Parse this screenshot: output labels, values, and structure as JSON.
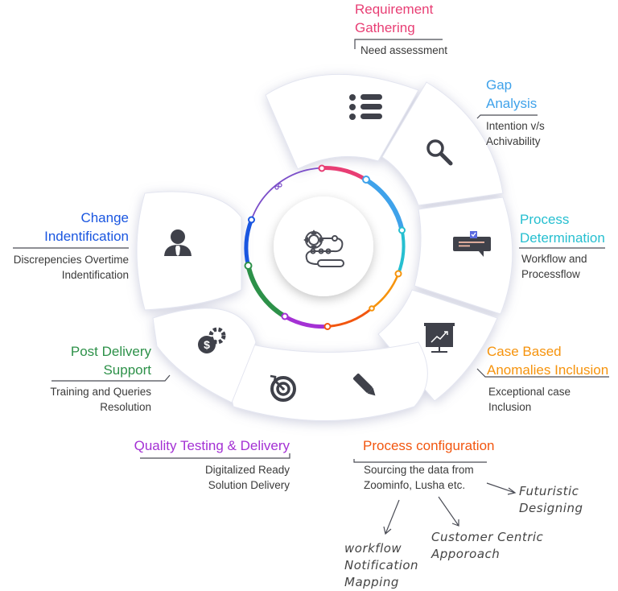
{
  "center": {
    "icon": "gear-workflow-icon"
  },
  "colors": {
    "requirement": "#e83e74",
    "gap": "#3fa2ea",
    "process_det": "#26bfd0",
    "case_based": "#f6930c",
    "process_config": "#f2560f",
    "quality": "#a431d4",
    "post_delivery": "#2d9149",
    "change": "#1a56e0"
  },
  "stages": [
    {
      "id": "requirement",
      "title": [
        "Requirement",
        "Gathering"
      ],
      "desc": [
        "Need assessment"
      ],
      "icon": "checklist-icon"
    },
    {
      "id": "gap",
      "title": [
        "Gap",
        "Analysis"
      ],
      "desc": [
        "Intention v/s",
        "Achivability"
      ],
      "icon": "search-icon"
    },
    {
      "id": "process_det",
      "title": [
        "Process",
        "Determination"
      ],
      "desc": [
        "Workflow and",
        "Processflow"
      ],
      "icon": "chat-check-icon"
    },
    {
      "id": "case_based",
      "title": [
        "Case Based",
        "Anomalies Inclusion"
      ],
      "desc": [
        "Exceptional case",
        "Inclusion"
      ],
      "icon": "presentation-chart-icon"
    },
    {
      "id": "process_config",
      "title": [
        "Process configuration"
      ],
      "desc": [
        "Sourcing the data from",
        "Zoominfo, Lusha etc."
      ],
      "icon": "pencil-icon"
    },
    {
      "id": "quality",
      "title": [
        "Quality Testing & Delivery"
      ],
      "desc": [
        "Digitalized Ready",
        "Solution Delivery"
      ],
      "icon": "target-icon"
    },
    {
      "id": "post_delivery",
      "title": [
        "Post Delivery",
        "Support"
      ],
      "desc": [
        "Training and Queries",
        "Resolution"
      ],
      "icon": "dollar-gear-icon"
    },
    {
      "id": "change",
      "title": [
        "Change",
        "Indentification"
      ],
      "desc": [
        "Discrepencies Overtime",
        "Indentification"
      ],
      "icon": "businessman-icon"
    }
  ],
  "annotations": {
    "futuristic": [
      "Futuristic",
      "Designing"
    ],
    "customer": [
      "Customer Centric",
      "Apporoach"
    ],
    "workflow": [
      "workflow",
      "Notification",
      "Mapping"
    ]
  }
}
